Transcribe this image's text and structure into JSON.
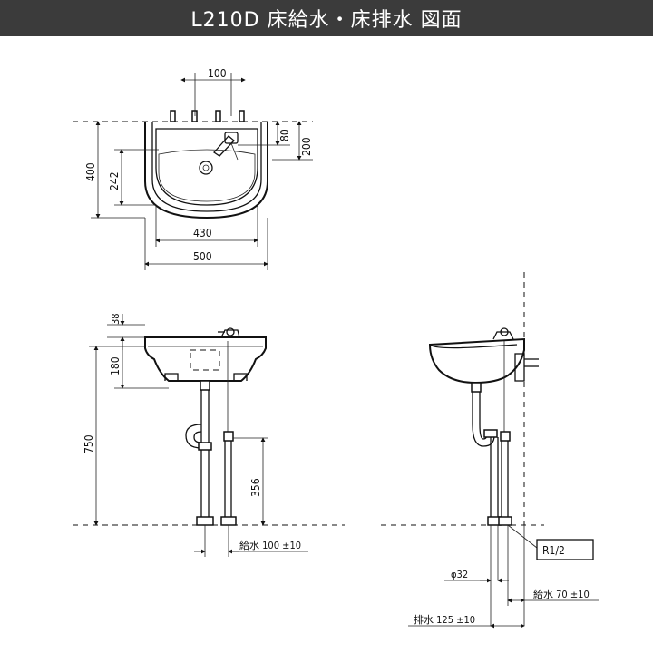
{
  "title": "L210D 床給水・床排水 図面",
  "top_view": {
    "dim_100": "100",
    "dim_80": "80",
    "dim_200": "200",
    "dim_400": "400",
    "dim_242": "242",
    "dim_430": "430",
    "dim_500": "500"
  },
  "front_view": {
    "dim_38": "38",
    "dim_180": "180",
    "dim_750": "750",
    "dim_356": "356",
    "supply_label": "給水 100 ±10"
  },
  "side_view": {
    "thread_label": "R1/2",
    "diameter_label": "φ32",
    "supply_label": "給水 70 ±10",
    "drain_label": "排水 125 ±10"
  }
}
